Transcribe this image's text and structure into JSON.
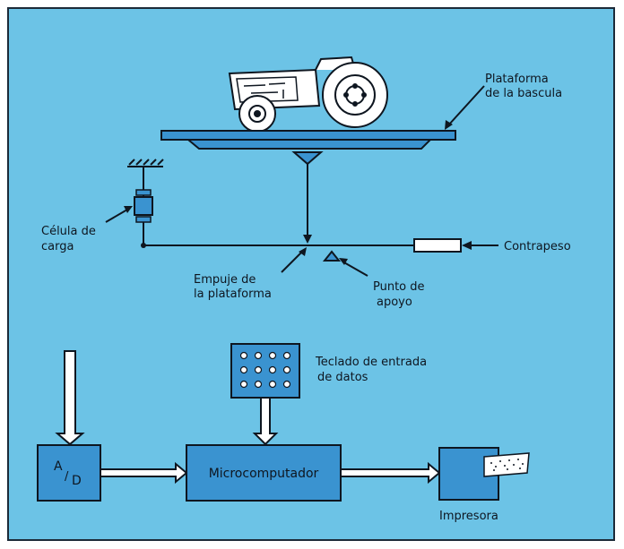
{
  "diagram": {
    "labels": {
      "platform_line1": "Plataforma",
      "platform_line2": "de la bascula",
      "load_cell_line1": "Célula de",
      "load_cell_line2": "carga",
      "counterweight": "Contrapeso",
      "thrust_line1": "Empuje de",
      "thrust_line2": "la plataforma",
      "pivot_line1": "Punto de",
      "pivot_line2": "apoyo",
      "keyboard_line1": "Teclado de entrada",
      "keyboard_line2": "de datos",
      "ad_main": "A",
      "ad_sub": "D",
      "microcomputer": "Microcomputador",
      "printer": "Impresora"
    },
    "colors": {
      "background": "#6cc3e6",
      "box_fill": "#3a93d0",
      "line": "#0e1620",
      "arrow_fill": "#ffffff"
    }
  }
}
